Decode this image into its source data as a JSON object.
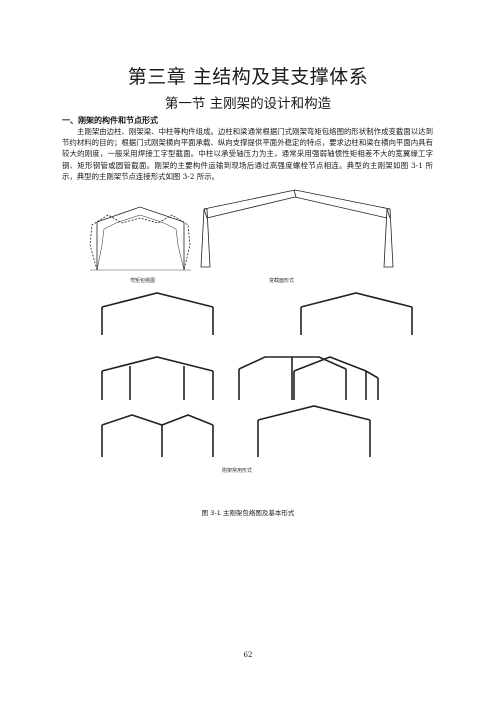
{
  "chapter_title": "第三章  主结构及其支撑体系",
  "section_title": "第一节  主刚架的设计和构造",
  "subheading": "一、刚架的构件和节点形式",
  "paragraph": "主刚架由边柱、刚架梁、中柱等构件组成。边柱和梁通常根据门式刚架弯矩包络图的形状制作成变截面以达到节约材料的目的；根据门式刚架横向平面承载、纵向支撑提供平面外稳定的特点，要求边柱和梁在横向平面内具有较大的刚度，一般采用焊接工字型截面。中柱以承受轴压力为主，通常采用强弱轴惯性矩相差不大的宽翼缘工字钢、矩形钢管或圆管截面。刚架的主要构件运输到现场后通过高强度螺栓节点相连。典型的主刚架如图 3-1 所示，典型的主刚架节点连接形式如图 3-2 所示。",
  "figure_labels": {
    "moment_envelope": "弯矩包络图",
    "variable_section": "变截面形式",
    "common_forms": "刚架常用形式"
  },
  "caption": "图 3-1    主刚架包络图及基本形式",
  "page_number": "62"
}
